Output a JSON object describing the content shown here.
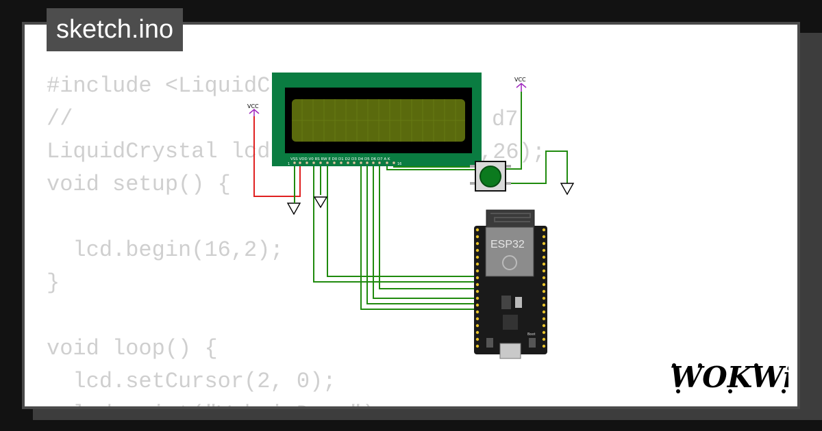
{
  "tab": {
    "filename": "sketch.ino"
  },
  "code": {
    "lines": [
      "#include <LiquidC",
      "//",
      "LiquidCrystal lcd",
      "void setup() {",
      "",
      "  lcd.begin(16,2);",
      "}",
      "",
      "void loop() {",
      "  lcd.setCursor(2, 0);",
      "  lcd.print(\"Wokwi Demo\");"
    ],
    "overlays": [
      {
        "text": "d7"
      },
      {
        "text": ",26);"
      }
    ]
  },
  "diagram": {
    "vcc_left": "VCC",
    "vcc_right": "VCC",
    "lcd_pins": "VSS VDD V0 RS RW E D0 D1 D2 D3 D4 D5 D6 D7 A K",
    "lcd_pin_first": "1",
    "lcd_pin_last": "16",
    "esp_label": "ESP32",
    "boot_label": "Boot"
  },
  "brand": {
    "logo": "WOKWi"
  },
  "colors": {
    "wire_green": "#1f8a0d",
    "wire_red": "#e01f1f",
    "vcc_purple": "#a12cc0",
    "lcd_board": "#0a7c41",
    "lcd_screen": "#5a6a0d",
    "button_cap": "#0b7a1e"
  }
}
